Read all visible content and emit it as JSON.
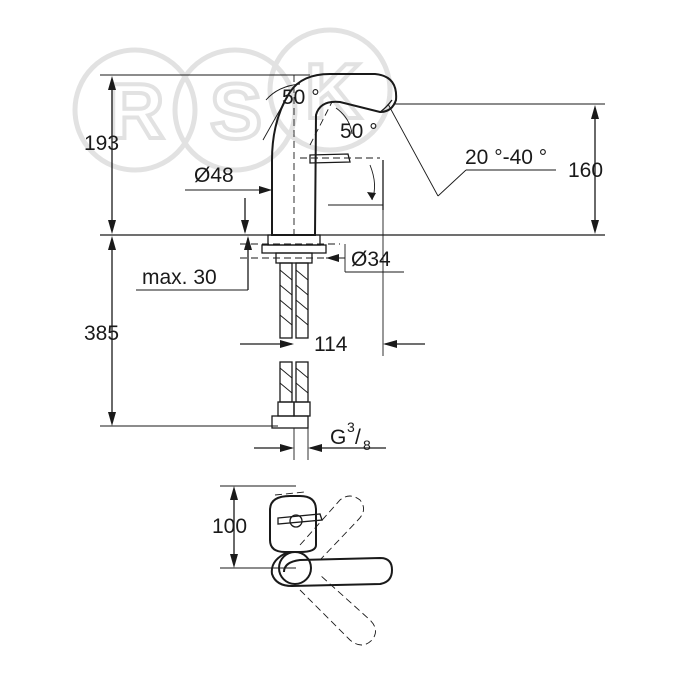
{
  "watermark": {
    "letters": [
      "R",
      "S",
      "K"
    ]
  },
  "dimensions": {
    "spout_angle_top": "50 °",
    "lever_angle": "50 °",
    "spray_angle": "20 °-40 °",
    "height_total": "193",
    "height_spout": "160",
    "body_diameter": "Ø48",
    "hole_diameter": "Ø34",
    "max_thickness": "max. 30",
    "hose_length": "385",
    "reach": "114",
    "connection_prefix": "G",
    "connection_num": "3",
    "connection_slash": "/",
    "connection_den": "8",
    "lever_depth": "100"
  }
}
